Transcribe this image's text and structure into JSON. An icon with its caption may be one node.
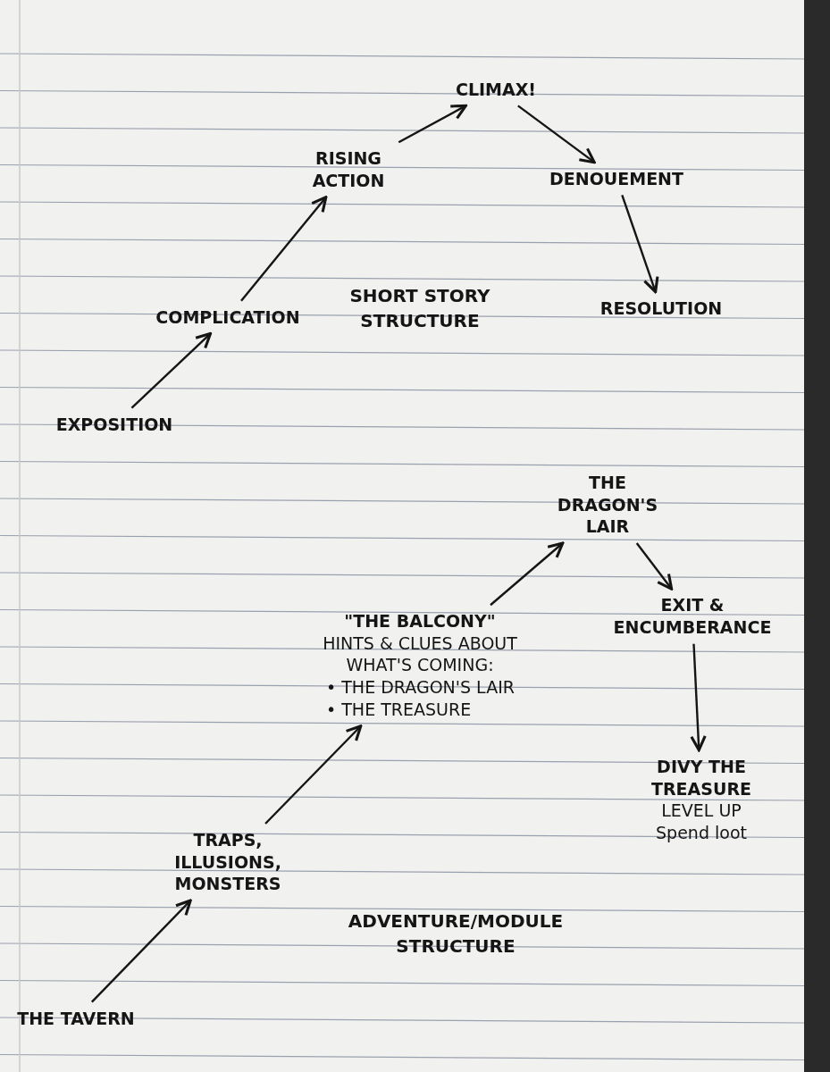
{
  "diagram": {
    "nodes": [
      {
        "text": [
          "EXPOSITION"
        ]
      },
      {
        "text": [
          "COMPLICATION"
        ]
      },
      {
        "text": [
          "RISING ACTION"
        ]
      },
      {
        "text": [
          "CLIMAX!"
        ]
      },
      {
        "text": [
          "DENOUEMENT"
        ]
      },
      {
        "text": [
          "RESOLUTION"
        ]
      },
      {
        "text": [
          "THE TAVERN"
        ]
      },
      {
        "text": [
          "TRAPS, ILLUSIONS, MONSTERS"
        ]
      },
      {
        "text": [
          "\"THE BALCONY\"",
          "HINTS & CLUES ABOUT WHAT'S COMING:",
          "• THE DRAGON'S LAIR",
          "• THE TREASURE"
        ]
      },
      {
        "text": [
          "THE DRAGON'S LAIR"
        ]
      },
      {
        "text": [
          "EXIT & ENCUMBERANCE"
        ]
      },
      {
        "text": [
          "DIVY THE TREASURE",
          "LEVEL UP",
          "Spend loot"
        ]
      }
    ],
    "edges": [
      {
        "from": 0,
        "to": 1,
        "arrow": "to"
      },
      {
        "from": 1,
        "to": 2,
        "arrow": "to"
      },
      {
        "from": 2,
        "to": 3,
        "arrow": "to"
      },
      {
        "from": 3,
        "to": 4,
        "arrow": "to"
      },
      {
        "from": 4,
        "to": 5,
        "arrow": "to"
      },
      {
        "from": 6,
        "to": 7,
        "arrow": "to"
      },
      {
        "from": 7,
        "to": 8,
        "arrow": "to"
      },
      {
        "from": 8,
        "to": 9,
        "arrow": "to"
      },
      {
        "from": 9,
        "to": 10,
        "arrow": "to"
      },
      {
        "from": 10,
        "to": 11,
        "arrow": "to"
      }
    ],
    "labels": [
      "SHORT STORY STRUCTURE",
      "ADVENTURE/MODULE STRUCTURE"
    ]
  }
}
